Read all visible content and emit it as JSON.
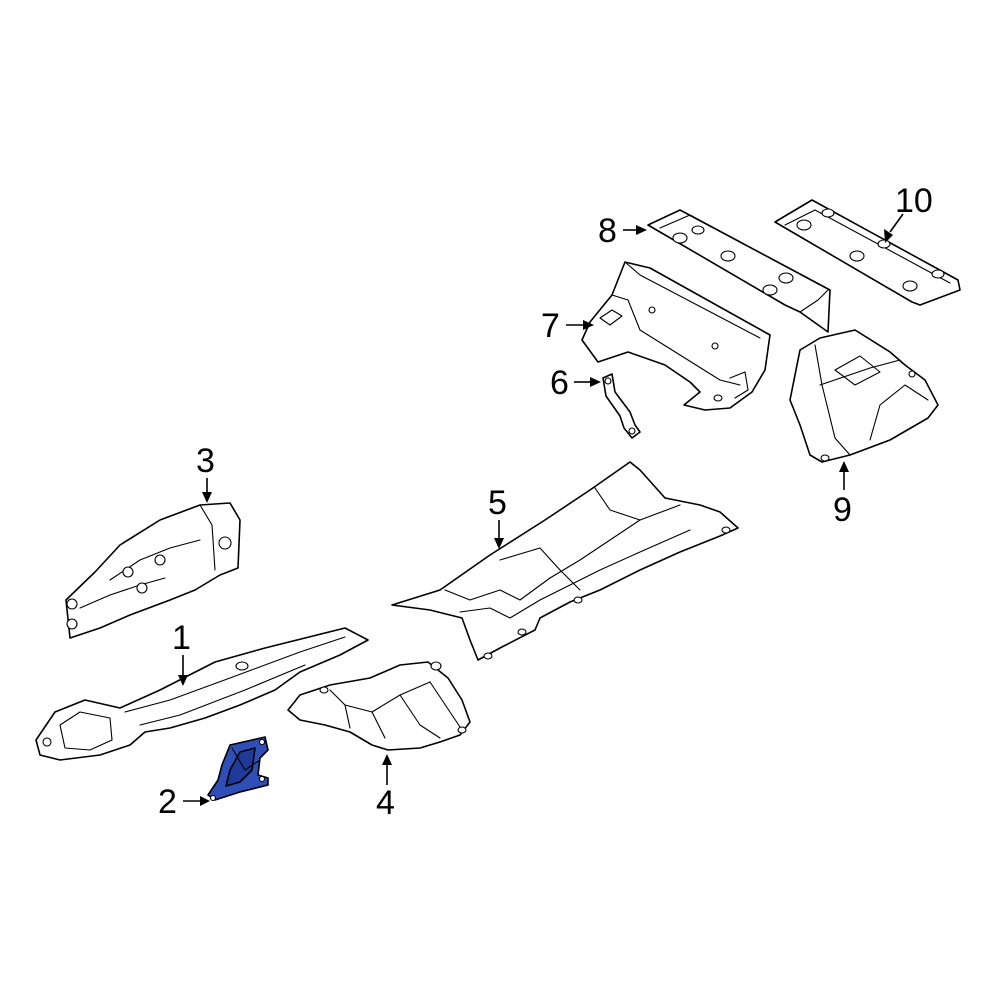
{
  "colors": {
    "background": "#ffffff",
    "line": "#000000",
    "highlight": "#2f4fb8",
    "highlight_shade": "#1f3a99"
  },
  "callouts": {
    "c1": "1",
    "c2": "2",
    "c3": "3",
    "c4": "4",
    "c5": "5",
    "c6": "6",
    "c7": "7",
    "c8": "8",
    "c9": "9",
    "c10": "10"
  },
  "highlighted_part": "2"
}
